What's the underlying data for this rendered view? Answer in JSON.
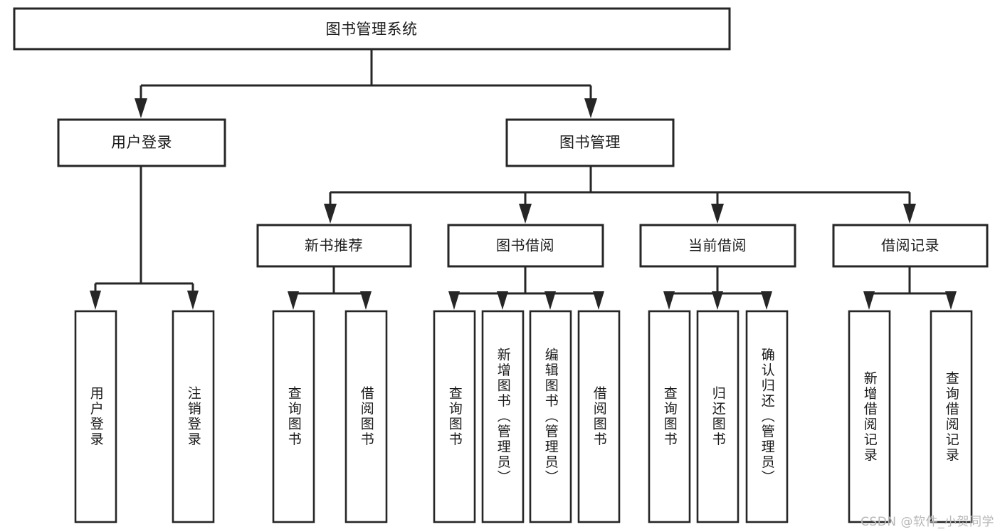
{
  "diagram": {
    "type": "tree-hierarchy-chart",
    "title": "图书管理系统",
    "background_color": "#ffffff",
    "line_color": "#262626",
    "text_color": "#1a1a1a",
    "root": {
      "label": "图书管理系统"
    },
    "level2": [
      {
        "label": "用户登录"
      },
      {
        "label": "图书管理"
      }
    ],
    "level3": [
      {
        "label": "新书推荐"
      },
      {
        "label": "图书借阅"
      },
      {
        "label": "当前借阅"
      },
      {
        "label": "借阅记录"
      }
    ],
    "leaves": {
      "user_login": [
        {
          "label": "用户登录"
        },
        {
          "label": "注销登录"
        }
      ],
      "new_book_recommend": [
        {
          "label": "查询图书"
        },
        {
          "label": "借阅图书"
        }
      ],
      "book_borrow": [
        {
          "label": "查询图书"
        },
        {
          "label": "新增图书（管理员）"
        },
        {
          "label": "编辑图书（管理员）"
        },
        {
          "label": "借阅图书"
        }
      ],
      "current_borrow": [
        {
          "label": "查询图书"
        },
        {
          "label": "归还图书"
        },
        {
          "label": "确认归还（管理员）"
        }
      ],
      "borrow_record": [
        {
          "label": "新增借阅记录"
        },
        {
          "label": "查询借阅记录"
        }
      ]
    },
    "watermark": "CSDN @软件_小贺同学"
  }
}
